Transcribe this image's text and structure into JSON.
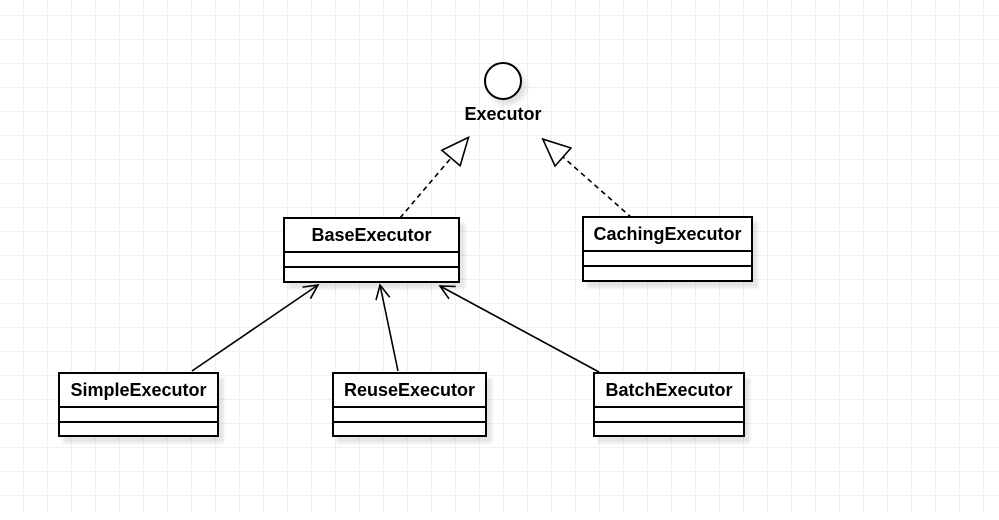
{
  "canvas": {
    "background_color": "#ffffff",
    "grid_color": "#f0f0f2"
  },
  "diagram": {
    "interface": {
      "name": "Executor",
      "shape": "lollipop-circle"
    },
    "classes": [
      {
        "name": "BaseExecutor"
      },
      {
        "name": "CachingExecutor"
      },
      {
        "name": "SimpleExecutor"
      },
      {
        "name": "ReuseExecutor"
      },
      {
        "name": "BatchExecutor"
      }
    ],
    "relations": [
      {
        "from": "BaseExecutor",
        "to": "Executor",
        "type": "realization",
        "line": "dashed",
        "arrowhead": "hollow-triangle"
      },
      {
        "from": "CachingExecutor",
        "to": "Executor",
        "type": "realization",
        "line": "dashed",
        "arrowhead": "hollow-triangle"
      },
      {
        "from": "SimpleExecutor",
        "to": "BaseExecutor",
        "type": "generalization",
        "line": "solid",
        "arrowhead": "open"
      },
      {
        "from": "ReuseExecutor",
        "to": "BaseExecutor",
        "type": "generalization",
        "line": "solid",
        "arrowhead": "open"
      },
      {
        "from": "BatchExecutor",
        "to": "BaseExecutor",
        "type": "generalization",
        "line": "solid",
        "arrowhead": "open"
      }
    ],
    "colors": {
      "stroke": "#000000",
      "shape_fill": "#ffffff"
    }
  }
}
